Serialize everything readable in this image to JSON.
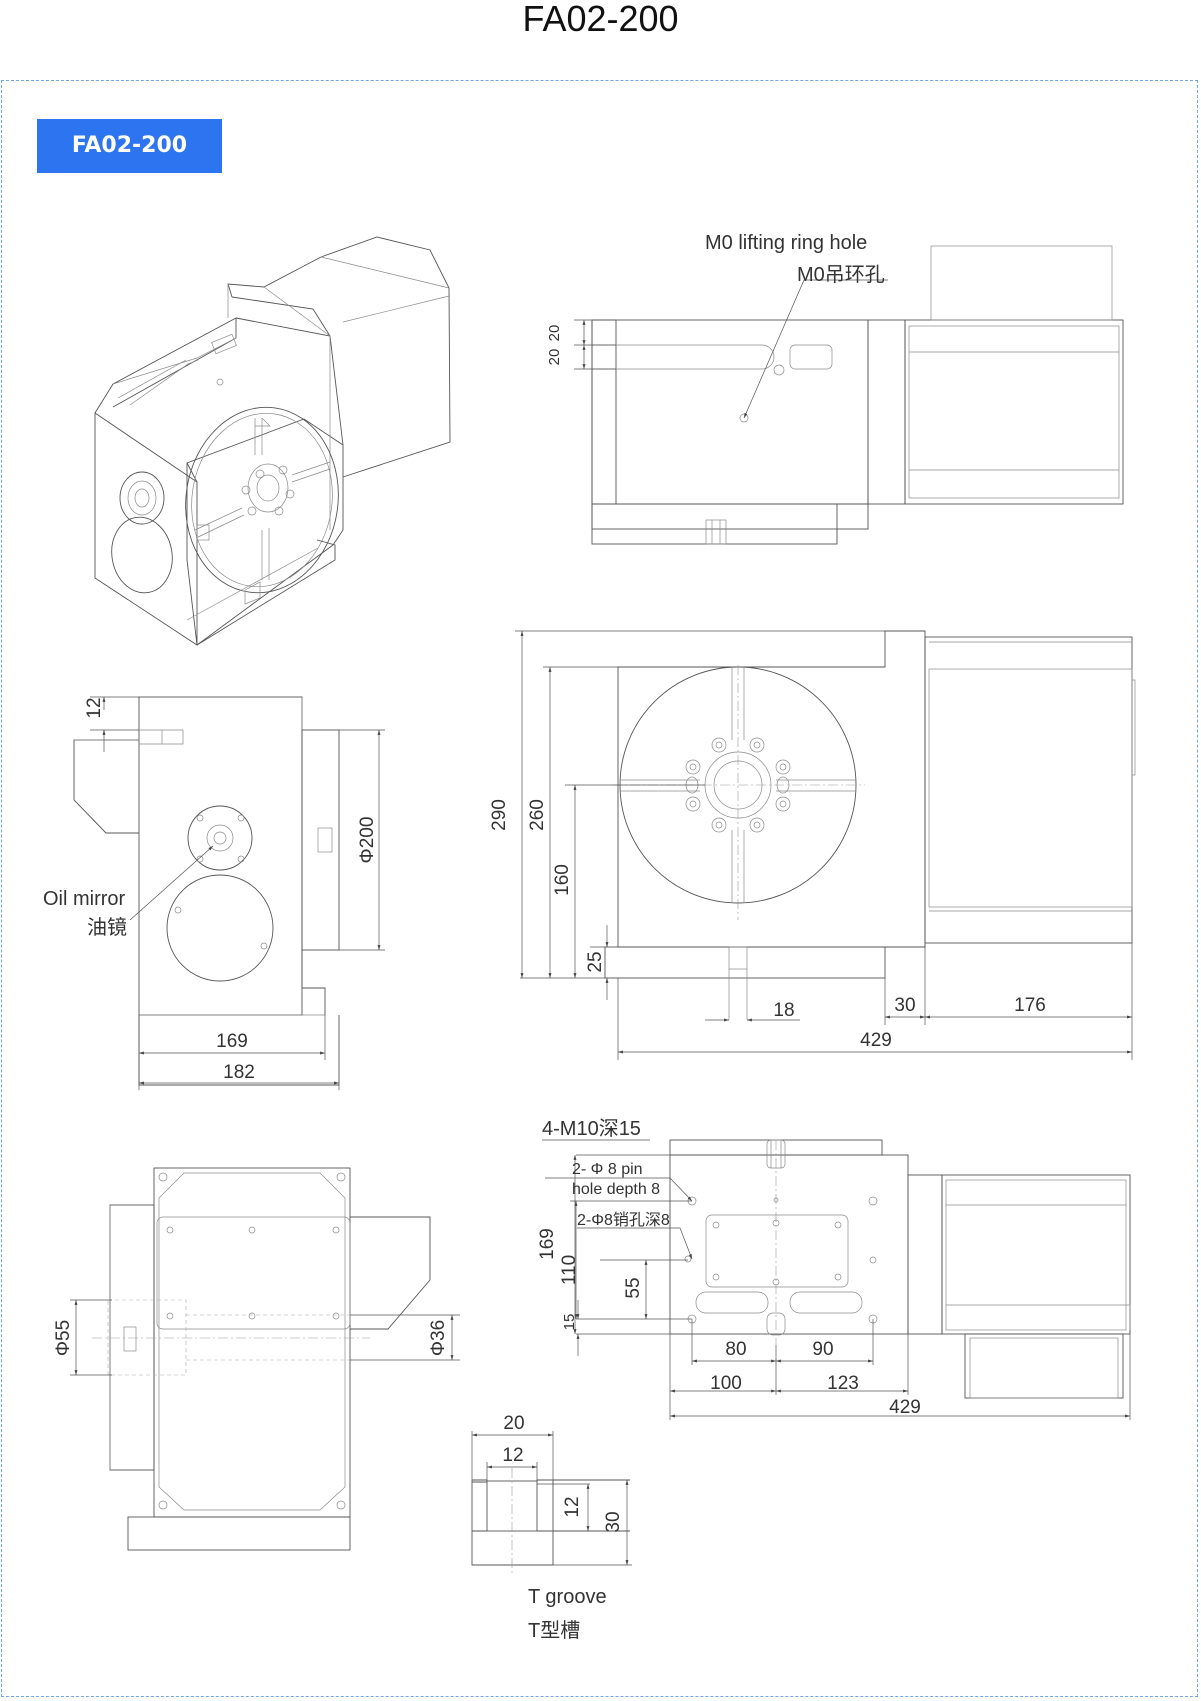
{
  "header": {
    "title": "FA02-200"
  },
  "tag": {
    "label": "FA02-200"
  },
  "labels": {
    "lifting_en": "M0 lifting ring hole",
    "lifting_cn": "M0吊环孔",
    "oil_en": "Oil mirror",
    "oil_cn": "油镜",
    "m10": "4-M10深15",
    "pin_en_1": "2- Φ 8 pin",
    "pin_en_2": "hole depth 8",
    "pin_cn": "2-Φ8销孔深8",
    "tgroove_en": "T groove",
    "tgroove_cn": "T型槽"
  },
  "dims": {
    "side_top_20a": "20",
    "side_top_20b": "20",
    "left_12": "12",
    "phi200": "Φ200",
    "left_169": "169",
    "left_182": "182",
    "front_290": "290",
    "front_260": "260",
    "front_160": "160",
    "front_25": "25",
    "front_18": "18",
    "front_30": "30",
    "front_176": "176",
    "front_429": "429",
    "top_169": "169",
    "top_110": "110",
    "top_55": "55",
    "top_15": "15",
    "top_80": "80",
    "top_90": "90",
    "top_100": "100",
    "top_123": "123",
    "top_429": "429",
    "phi55": "Φ55",
    "phi36": "Φ36",
    "tg_20": "20",
    "tg_12w": "12",
    "tg_12h": "12",
    "tg_30": "30"
  }
}
